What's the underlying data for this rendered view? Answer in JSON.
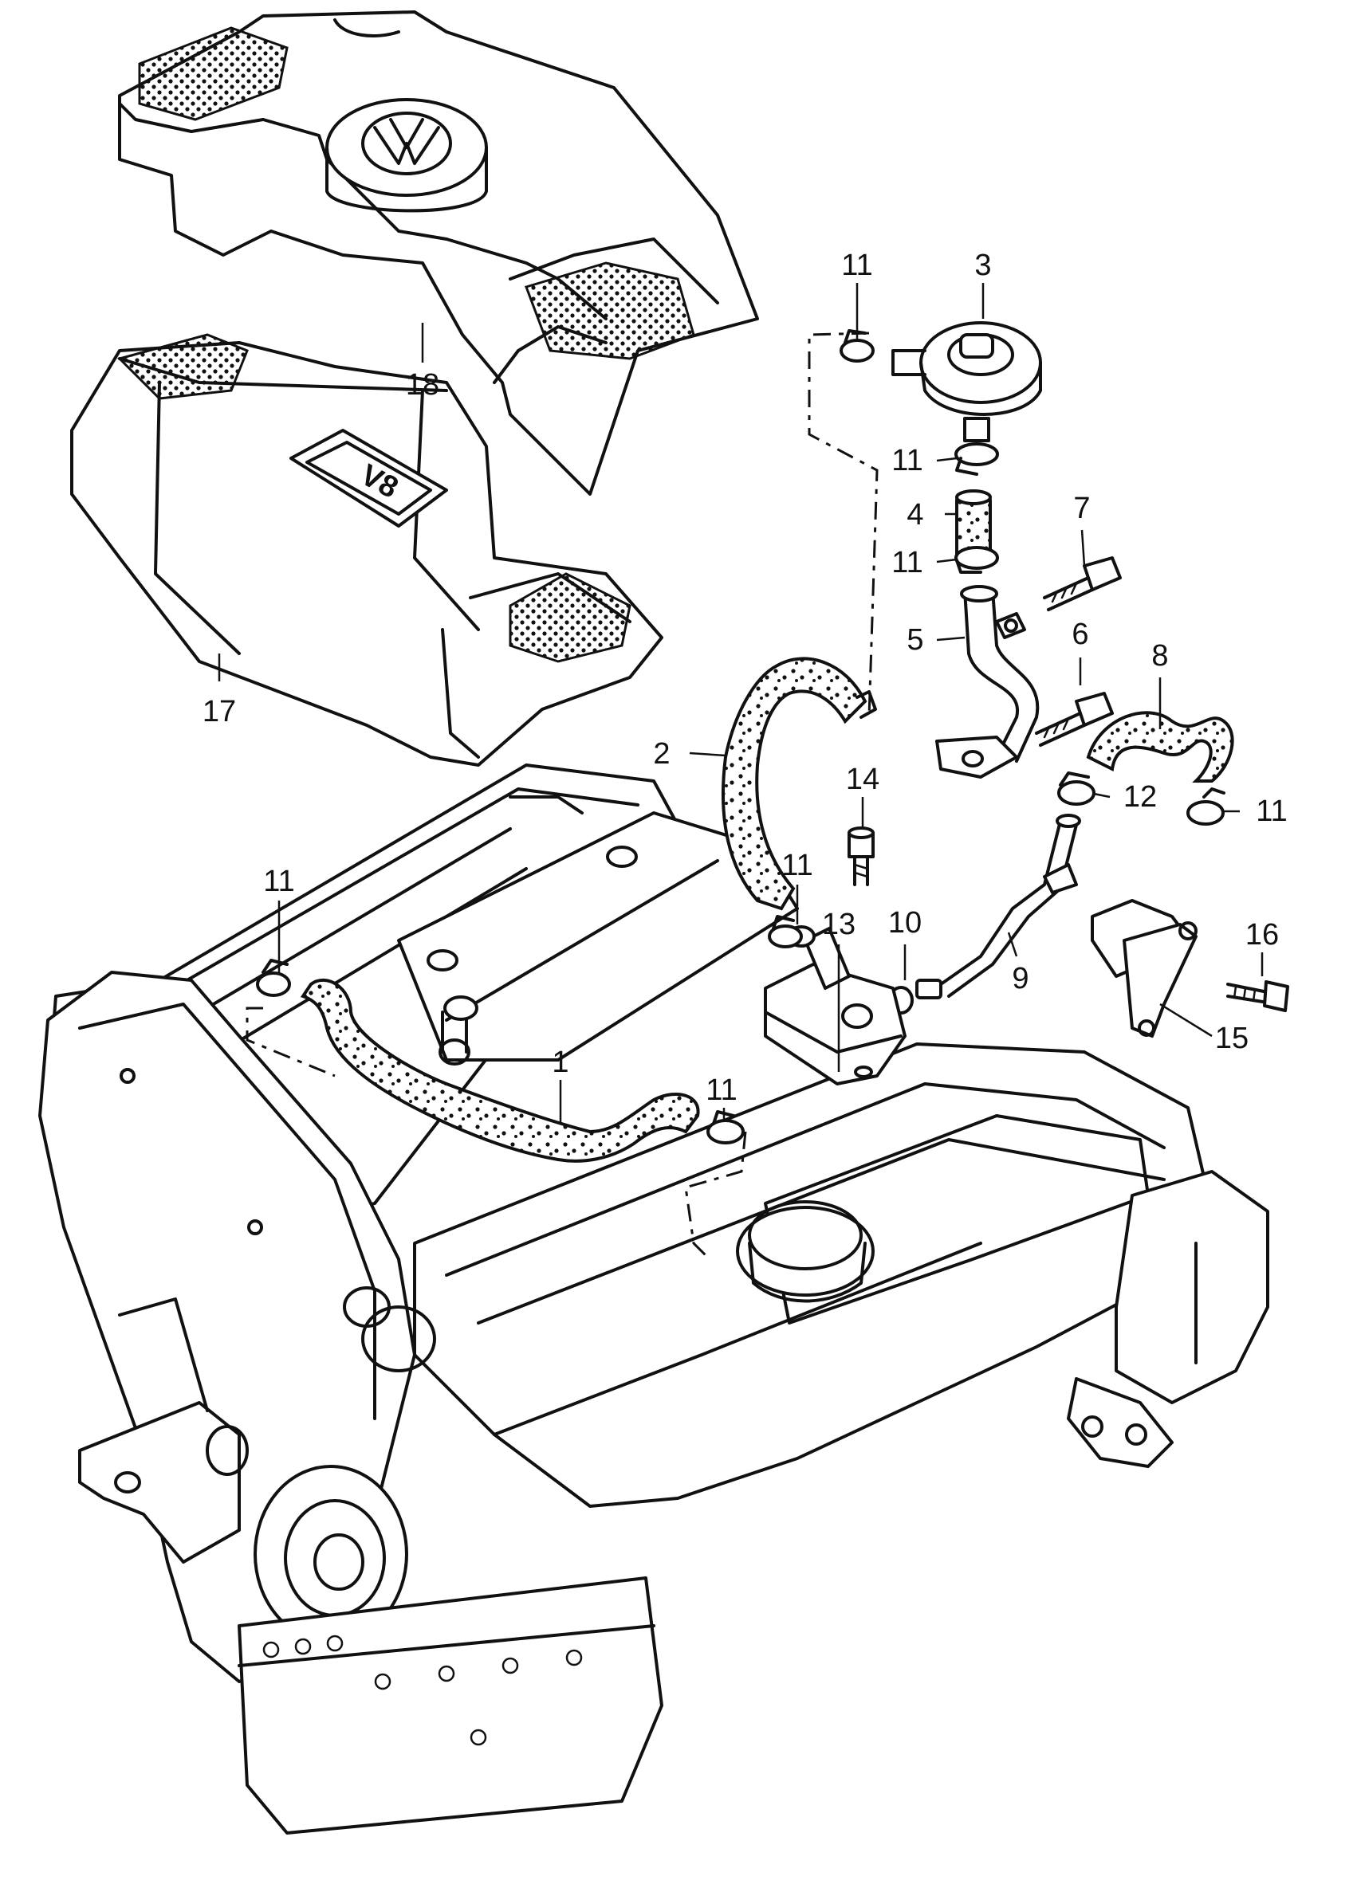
{
  "callouts": {
    "c1": "1",
    "c2": "2",
    "c3": "3",
    "c4": "4",
    "c5": "5",
    "c6": "6",
    "c7": "7",
    "c8": "8",
    "c9": "9",
    "c10": "10",
    "c11": "11",
    "c12": "12",
    "c13": "13",
    "c14": "14",
    "c15": "15",
    "c16": "16",
    "c17": "17",
    "c18": "18"
  },
  "cover_badge": "V8",
  "brand_emblem": "VW-logo-icon",
  "colors": {
    "ink": "#111111",
    "paper": "#ffffff"
  }
}
